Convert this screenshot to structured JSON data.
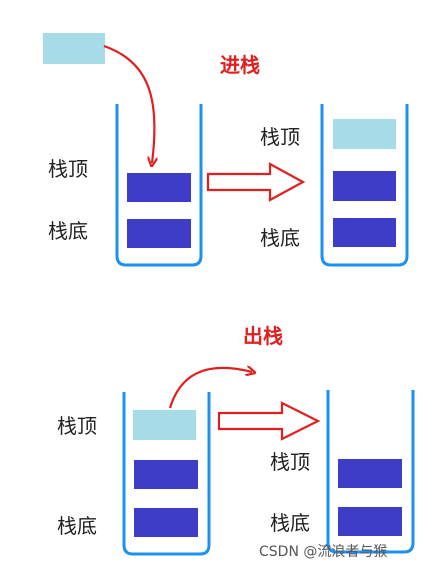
{
  "push": {
    "title": "进栈",
    "before": {
      "top_label": "栈顶",
      "bottom_label": "栈底"
    },
    "after": {
      "top_label": "栈顶",
      "bottom_label": "栈底"
    }
  },
  "pop": {
    "title": "出栈",
    "before": {
      "top_label": "栈顶",
      "bottom_label": "栈底"
    },
    "after": {
      "top_label": "栈顶",
      "bottom_label": "栈底"
    }
  },
  "watermark": "CSDN @流浪者与猴",
  "colors": {
    "container": "#1e90f0",
    "element_dark": "#3d3dc8",
    "element_light": "#a6dce8",
    "arrow": "#e02020"
  }
}
